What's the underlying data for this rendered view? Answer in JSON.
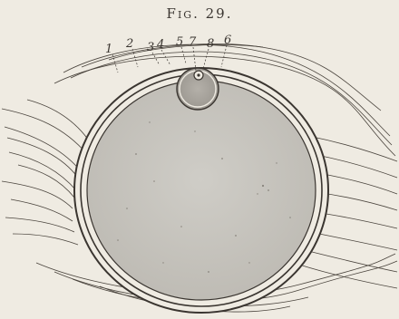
{
  "figure": {
    "title": "Fig. 29.",
    "labels": [
      "1",
      "2",
      "3",
      "4",
      "5",
      "7",
      "8",
      "6"
    ]
  },
  "colors": {
    "paper": "#efebe2",
    "ink": "#3a3530",
    "yolk": "#c8c6c0",
    "vesicle": "#a7a39c"
  }
}
